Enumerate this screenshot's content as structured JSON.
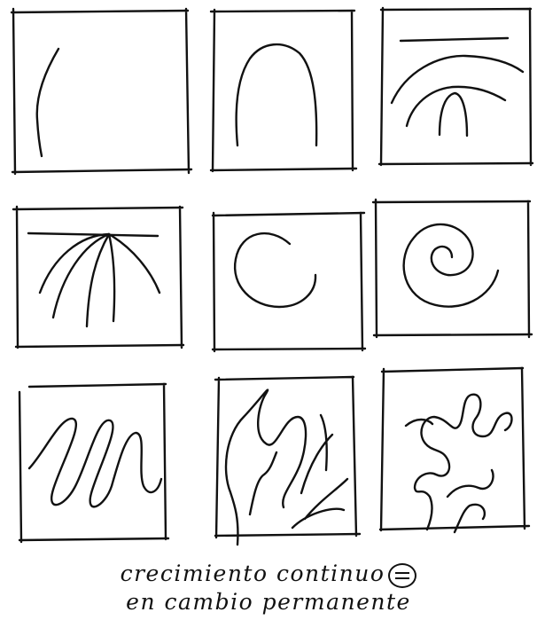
{
  "caption": {
    "line1": "crecimiento continuo",
    "line1_symbol": "equals-circle-icon",
    "line2": "en cambio permanente"
  },
  "ink_color": "#111111",
  "panels": [
    {
      "id": 1,
      "motif": "single-curve"
    },
    {
      "id": 2,
      "motif": "arch"
    },
    {
      "id": 3,
      "motif": "nested-arches"
    },
    {
      "id": 4,
      "motif": "radiating-arcs"
    },
    {
      "id": 5,
      "motif": "c-curve"
    },
    {
      "id": 6,
      "motif": "spiral"
    },
    {
      "id": 7,
      "motif": "zigzag-loops"
    },
    {
      "id": 8,
      "motif": "branching-meanders"
    },
    {
      "id": 9,
      "motif": "tree-meanders"
    }
  ]
}
